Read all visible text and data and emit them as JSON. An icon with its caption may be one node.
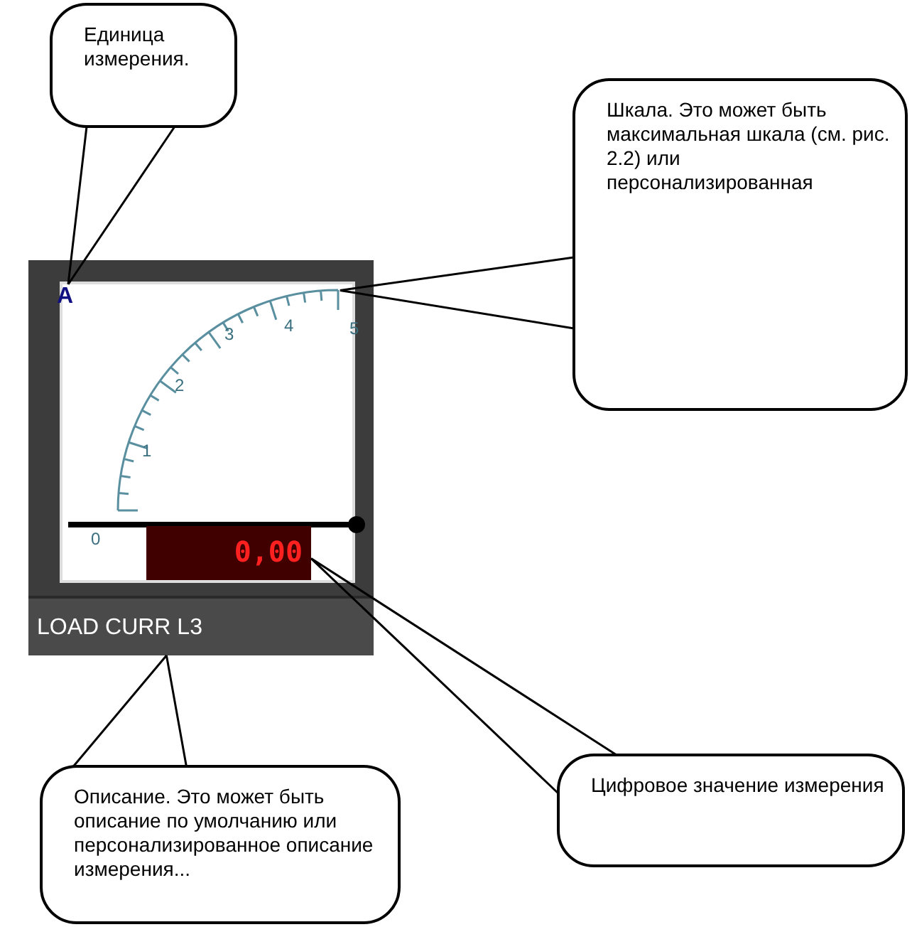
{
  "diagram": {
    "nodes": [
      {
        "text": [
          "Единица измерения."
        ]
      },
      {
        "text": [
          "Шкала. Это может быть максимальная шкала (см. рис. 2.2) или персонализированная"
        ]
      },
      {
        "text": [
          "Цифровое значение измерения"
        ]
      },
      {
        "text": [
          "Описание. Это может быть описание по умолчанию или персонализированное описание измерения..."
        ]
      },
      {
        "text": [],
        "shape": "box"
      },
      {
        "text": [
          "A"
        ],
        "in": 4
      },
      {
        "text": [],
        "shape": "arc",
        "in": 4
      },
      {
        "text": [
          "0,00"
        ],
        "in": 4
      },
      {
        "text": [
          "LOAD CURR L3"
        ],
        "in": 4
      }
    ],
    "edges": [
      {
        "from": 0,
        "to": 5,
        "arrow": "none"
      },
      {
        "from": 1,
        "to": 6,
        "arrow": "none"
      },
      {
        "from": 2,
        "to": 7,
        "arrow": "none"
      },
      {
        "from": 3,
        "to": 8,
        "arrow": "none"
      }
    ],
    "labels": [
      "5",
      "4",
      "3",
      "2",
      "1",
      "0"
    ]
  }
}
